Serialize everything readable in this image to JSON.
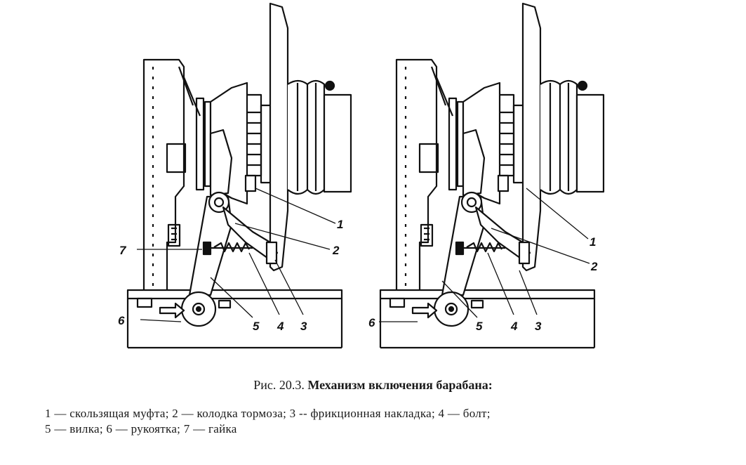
{
  "figure": {
    "left_labels": [
      "1",
      "2",
      "3",
      "4",
      "5",
      "6",
      "7"
    ],
    "right_labels": [
      "1",
      "2",
      "3",
      "4",
      "5",
      "6"
    ]
  },
  "caption": {
    "number": "Рис. 20.3.",
    "title": "Механизм включения барабана:"
  },
  "legend": {
    "line1": "1 — скользящая муфта; 2 — колодка тормоза; 3 -- фрикционная накладка; 4 — болт;",
    "line2": "5 — вилка; 6 — рукоятка; 7 — гайка"
  }
}
